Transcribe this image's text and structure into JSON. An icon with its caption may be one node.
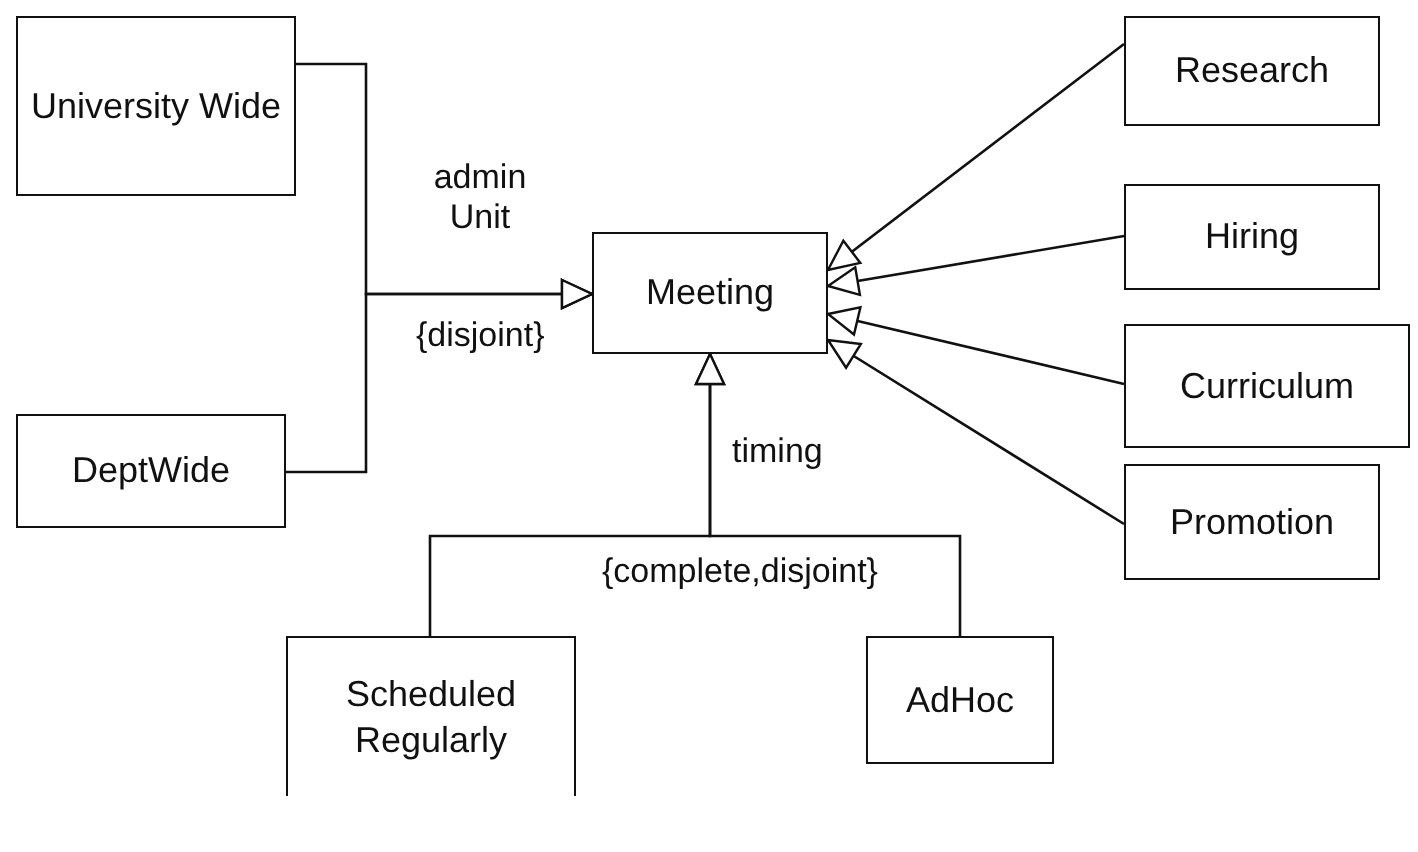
{
  "diagram": {
    "nodes": [
      {
        "text": [
          "University Wide"
        ]
      },
      {
        "text": [
          "DeptWide"
        ]
      },
      {
        "text": [
          "Meeting"
        ]
      },
      {
        "text": [
          "Research"
        ]
      },
      {
        "text": [
          "Hiring"
        ]
      },
      {
        "text": [
          "Curriculum"
        ]
      },
      {
        "text": [
          "Promotion"
        ]
      },
      {
        "text": [
          "Scheduled Regularly"
        ]
      },
      {
        "text": [
          "AdHoc"
        ]
      }
    ],
    "edges": [
      {
        "from": 0,
        "to": 2,
        "arrow": "to",
        "label": "admin Unit"
      },
      {
        "from": 1,
        "to": 2,
        "arrow": "to",
        "label": "{disjoint}"
      },
      {
        "from": 3,
        "to": 2,
        "arrow": "to"
      },
      {
        "from": 4,
        "to": 2,
        "arrow": "to"
      },
      {
        "from": 5,
        "to": 2,
        "arrow": "to"
      },
      {
        "from": 6,
        "to": 2,
        "arrow": "to"
      },
      {
        "from": 7,
        "to": 2,
        "arrow": "to",
        "label": "timing"
      },
      {
        "from": 8,
        "to": 2,
        "arrow": "to",
        "label": "{complete,disjoint}"
      }
    ]
  }
}
